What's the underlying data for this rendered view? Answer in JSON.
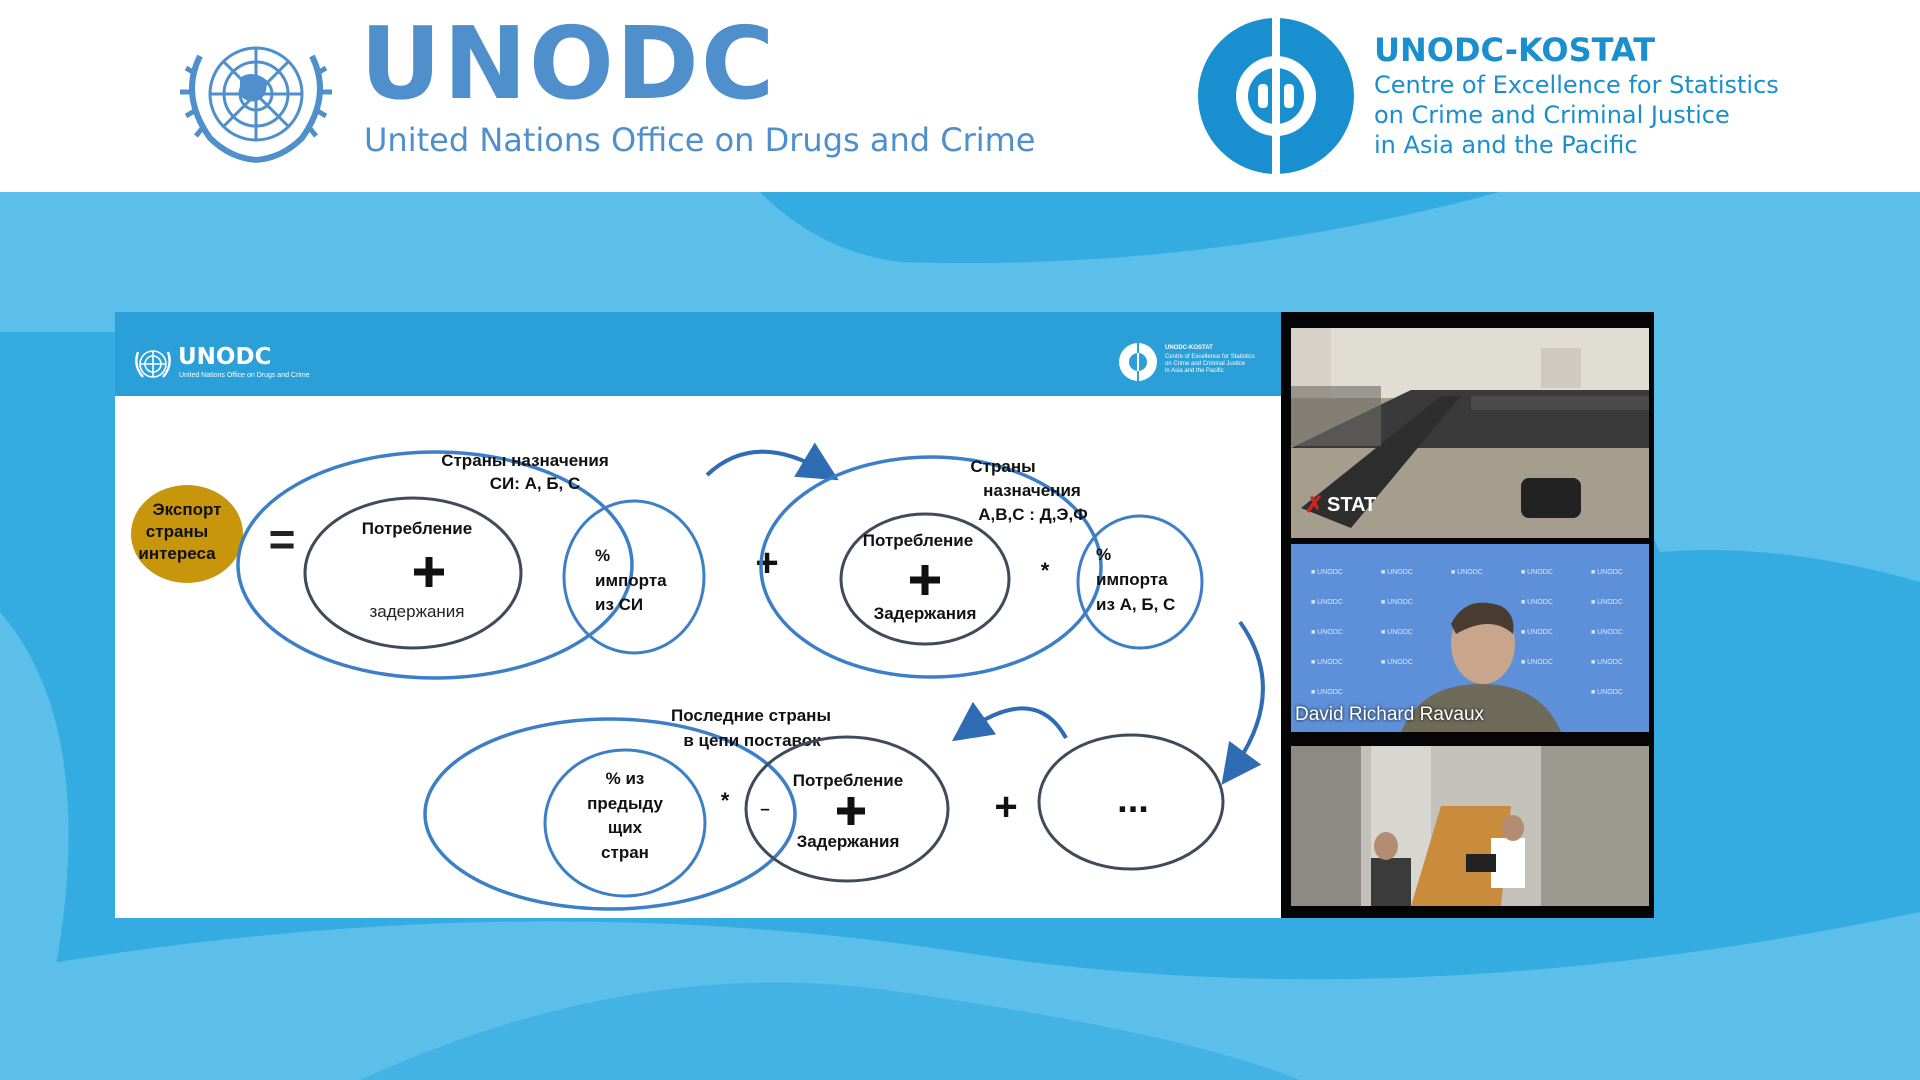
{
  "colors": {
    "brand_blue": "#4f8fcc",
    "kostat_blue": "#1a8fd0",
    "slide_header": "#2a9fd8",
    "bg_light": "#5bbfe9",
    "bg_dark": "#34ace2",
    "gold": "#c8960c",
    "ring": "#3d7fc6",
    "inner_ring": "#3f4a5a"
  },
  "header": {
    "unodc_logo_word": "UNODC",
    "unodc_subtitle": "United Nations Office on Drugs and Crime",
    "kostat_title": "UNODC-KOSTAT",
    "kostat_lines": [
      "Centre of Excellence for Statistics",
      "on Crime and Criminal Justice",
      "in Asia and the Pacific"
    ]
  },
  "slide": {
    "header": {
      "logo_word": "UNODC",
      "logo_sub": "United Nations Office on Drugs and Crime",
      "kostat_title": "UNODC-KOSTAT",
      "kostat_lines": [
        "Centre of Excellence for Statistics",
        "on Crime and Criminal Justice",
        "in Asia and the Pacific"
      ]
    },
    "diagram": {
      "export_lines": [
        "Экспорт",
        "страны",
        "интереса"
      ],
      "equals": "=",
      "group1_title": [
        "Страны назначения",
        "СИ: А, Б, С"
      ],
      "g1_consumption": "Потребление",
      "g1_seizures": "задержания",
      "g1_import": [
        "%",
        "импорта",
        "из СИ"
      ],
      "plus": "+",
      "star": "*",
      "group2_title": [
        "Страны",
        "назначения",
        "А,В,С : Д,Э,Ф"
      ],
      "g2_consumption": "Потребление",
      "g2_seizures": "Задержания",
      "g2_import": [
        "%",
        "импорта",
        "из А, Б, С"
      ],
      "group3_title": [
        "Последние страны",
        "в цепи поставок"
      ],
      "g3_prev": [
        "% из",
        "предыду",
        "щих",
        "стран"
      ],
      "g3_consumption": "Потребление",
      "g3_minus": "–",
      "g3_seizures": "Задержания",
      "ellipsis": "..."
    }
  },
  "video_panel": {
    "tile1_label": "STAT",
    "tile2_name": "David Richard Ravaux",
    "tile2_wall_text": "UNODC"
  }
}
